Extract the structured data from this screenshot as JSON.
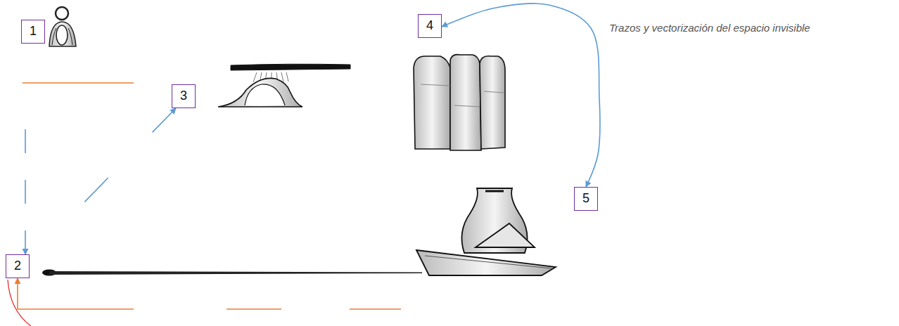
{
  "diagram": {
    "nodes": [
      {
        "text": [
          "1"
        ]
      },
      {
        "text": [
          "2"
        ]
      },
      {
        "text": [
          "3"
        ]
      },
      {
        "text": [
          "4"
        ]
      },
      {
        "text": [
          "5"
        ]
      }
    ],
    "edges": [
      {
        "from": 0,
        "to": 1,
        "arrow": "to"
      },
      {
        "from": 1,
        "to": 2,
        "arrow": "to"
      },
      {
        "from": 3,
        "to": 4,
        "arrow": "both"
      },
      {
        "from": 4,
        "to": 1,
        "arrow": "to"
      }
    ],
    "labels": [
      "Trazos y vectorización del espacio invisible"
    ]
  }
}
